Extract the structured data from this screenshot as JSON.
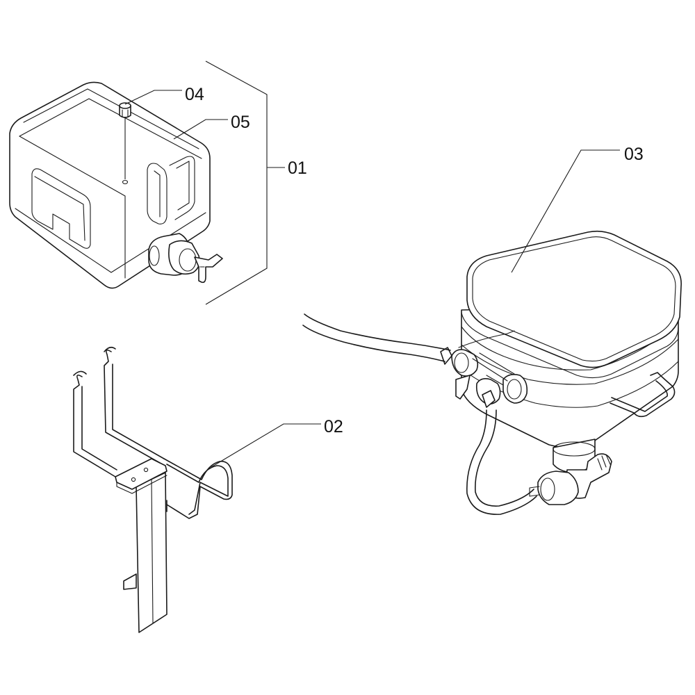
{
  "callouts": {
    "c01": "01",
    "c02": "02",
    "c03": "03",
    "c04": "04",
    "c05": "05"
  }
}
